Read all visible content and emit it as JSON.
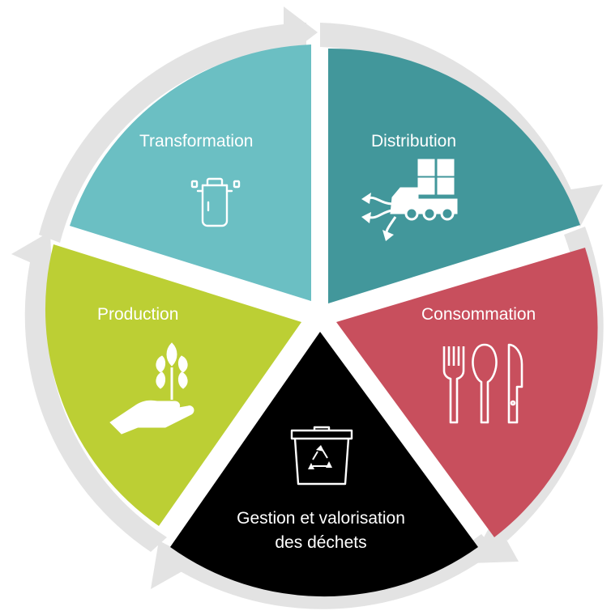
{
  "stages": [
    {
      "id": "transformation",
      "label": "Transformation",
      "color": "#6bbfc3",
      "icon": "cooking-pot-icon"
    },
    {
      "id": "distribution",
      "label": "Distribution",
      "color": "#42979b",
      "icon": "delivery-truck-icon"
    },
    {
      "id": "consommation",
      "label": "Consommation",
      "color": "#c84f5d",
      "icon": "cutlery-icon"
    },
    {
      "id": "dechets",
      "label": "Gestion et valorisation des déchets",
      "color": "#000000",
      "icon": "recycling-bin-icon"
    },
    {
      "id": "production",
      "label": "Production",
      "color": "#bccf34",
      "icon": "wheat-in-hand-icon"
    }
  ],
  "ring_color": "#e3e3e3",
  "icon_color": "#ffffff"
}
